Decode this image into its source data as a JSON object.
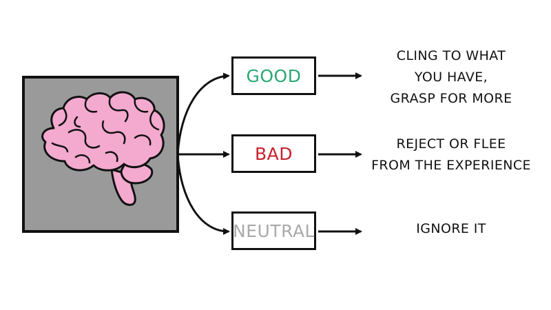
{
  "categories": [
    {
      "label": "GOOD",
      "color": "#2aa876",
      "response_lines": [
        "CLING TO WHAT",
        "YOU HAVE,",
        "GRASP FOR MORE"
      ]
    },
    {
      "label": "BAD",
      "color": "#c8202b",
      "response_lines": [
        "REJECT OR FLEE",
        "FROM THE EXPERIENCE"
      ]
    },
    {
      "label": "NEUTRAL",
      "color": "#a9a9a9",
      "response_lines": [
        "IGNORE IT"
      ]
    }
  ],
  "brain_panel": {
    "background_color": "#9a9a9a",
    "brain_color": "#f4a9cf",
    "icon": "brain-icon"
  }
}
